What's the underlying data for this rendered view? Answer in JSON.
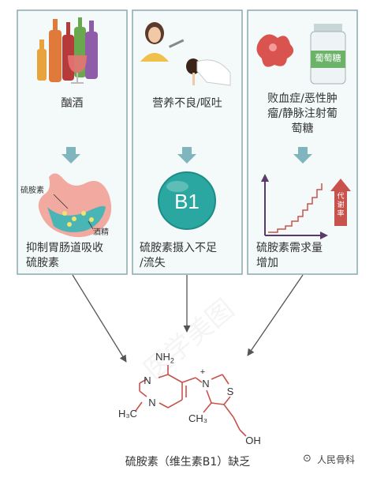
{
  "causes": [
    {
      "label": "酗酒",
      "effect": "抑制胃肠道吸收\n硫胺素",
      "stomach_label": "硫胺素",
      "alcohol_label": "酒精"
    },
    {
      "label": "营养不良/呕吐",
      "effect": "硫胺素摄入不足\n/流失",
      "vitamin_label": "B1"
    },
    {
      "label": "败血症/恶性肿\n瘤/静脉注射葡\n萄糖",
      "effect": "硫胺素需求量\n增加",
      "bottle_label": "葡萄糖",
      "metabolism_label": "代\n谢\n率"
    }
  ],
  "result": "硫胺素（维生素B1）缺乏",
  "structure": {
    "nh2": "NH",
    "nh2_sub": "2",
    "n1": "N",
    "n2": "N",
    "n_plus": "N",
    "plus": "+",
    "s": "S",
    "h3c": "H₃C",
    "ch3": "CH₃",
    "oh": "OH"
  },
  "watermark": "医学美图",
  "source": "人民骨科",
  "colors": {
    "panel_border": "#8aa9b0",
    "panel_bg": "#f4f9fa",
    "arrow": "#7fb5bc",
    "red": "#c8534d"
  }
}
